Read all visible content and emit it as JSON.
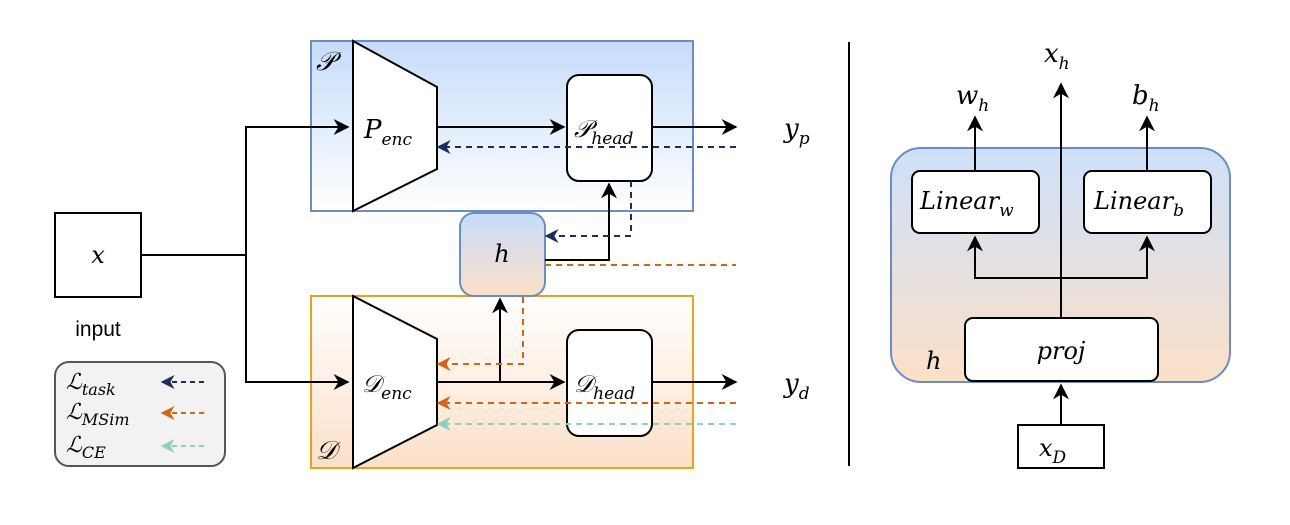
{
  "left": {
    "p_region_label": "𝒫",
    "d_region_label": "𝒟",
    "input_node": "x",
    "input_label": "input",
    "p_enc": {
      "base": "P",
      "sub": "enc"
    },
    "p_head": {
      "base": "𝒫",
      "sub": "head"
    },
    "d_enc": {
      "base": "𝒟",
      "sub": "enc"
    },
    "d_head": {
      "base": "𝒟",
      "sub": "head"
    },
    "h_node": "h",
    "y_p": {
      "base": "y",
      "sub": "p"
    },
    "y_d": {
      "base": "y",
      "sub": "d"
    }
  },
  "legend": [
    {
      "base": "ℒ",
      "sub": "task",
      "color": "#1b2e5e"
    },
    {
      "base": "ℒ",
      "sub": "MSim",
      "color": "#d2651c"
    },
    {
      "base": "ℒ",
      "sub": "CE",
      "color": "#8fcfbf"
    }
  ],
  "right": {
    "x_h": {
      "base": "x",
      "sub": "h"
    },
    "w_h": {
      "base": "w",
      "sub": "h"
    },
    "b_h": {
      "base": "b",
      "sub": "h"
    },
    "linear_w": {
      "base": "Linear",
      "sub": "w"
    },
    "linear_b": {
      "base": "Linear",
      "sub": "b"
    },
    "proj": "proj",
    "h_label": "h",
    "x_D": {
      "base": "x",
      "sub": "D"
    }
  },
  "colors": {
    "p_border": "#6c8ebf",
    "p_fill_top": "#c6dcfa",
    "d_border": "#e8a317",
    "d_fill_bottom": "#fce0c8",
    "task": "#1b2e5e",
    "msim": "#d2651c",
    "ce": "#8fcfbf"
  }
}
